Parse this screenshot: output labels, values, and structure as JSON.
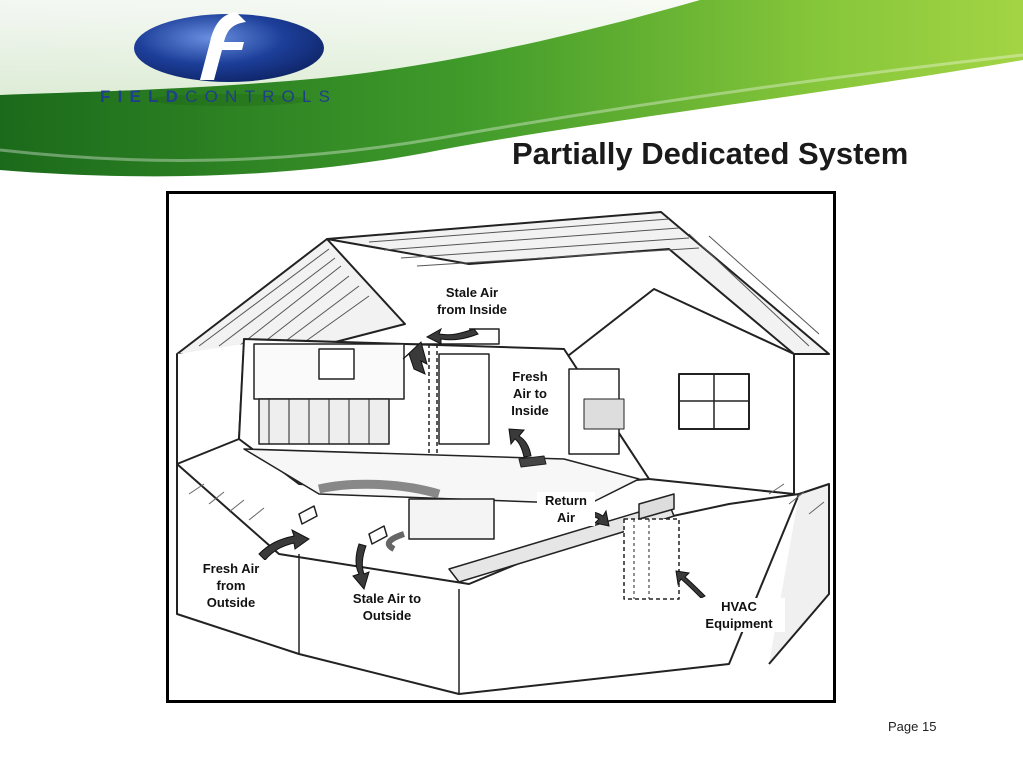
{
  "brand": {
    "logo_letter": "f",
    "name_bold": "FIELD",
    "name_light": "CONTROLS"
  },
  "slide": {
    "title": "Partially Dedicated System",
    "page": "Page 15"
  },
  "diagram": {
    "stale_air_inside": [
      "Stale Air",
      "from Inside"
    ],
    "fresh_air_inside": [
      "Fresh",
      "Air to",
      "Inside"
    ],
    "return_air": [
      "Return",
      "Air"
    ],
    "fresh_air_outside": [
      "Fresh Air",
      "from",
      "Outside"
    ],
    "stale_air_outside": [
      "Stale Air to",
      "Outside"
    ],
    "hvac": [
      "HVAC",
      "Equipment"
    ]
  },
  "colors": {
    "banner_dark": "#1c6b1c",
    "banner_light": "#9fd23a",
    "logo_blue": "#1d3f9a",
    "brand_text": "#1f3f8a"
  }
}
